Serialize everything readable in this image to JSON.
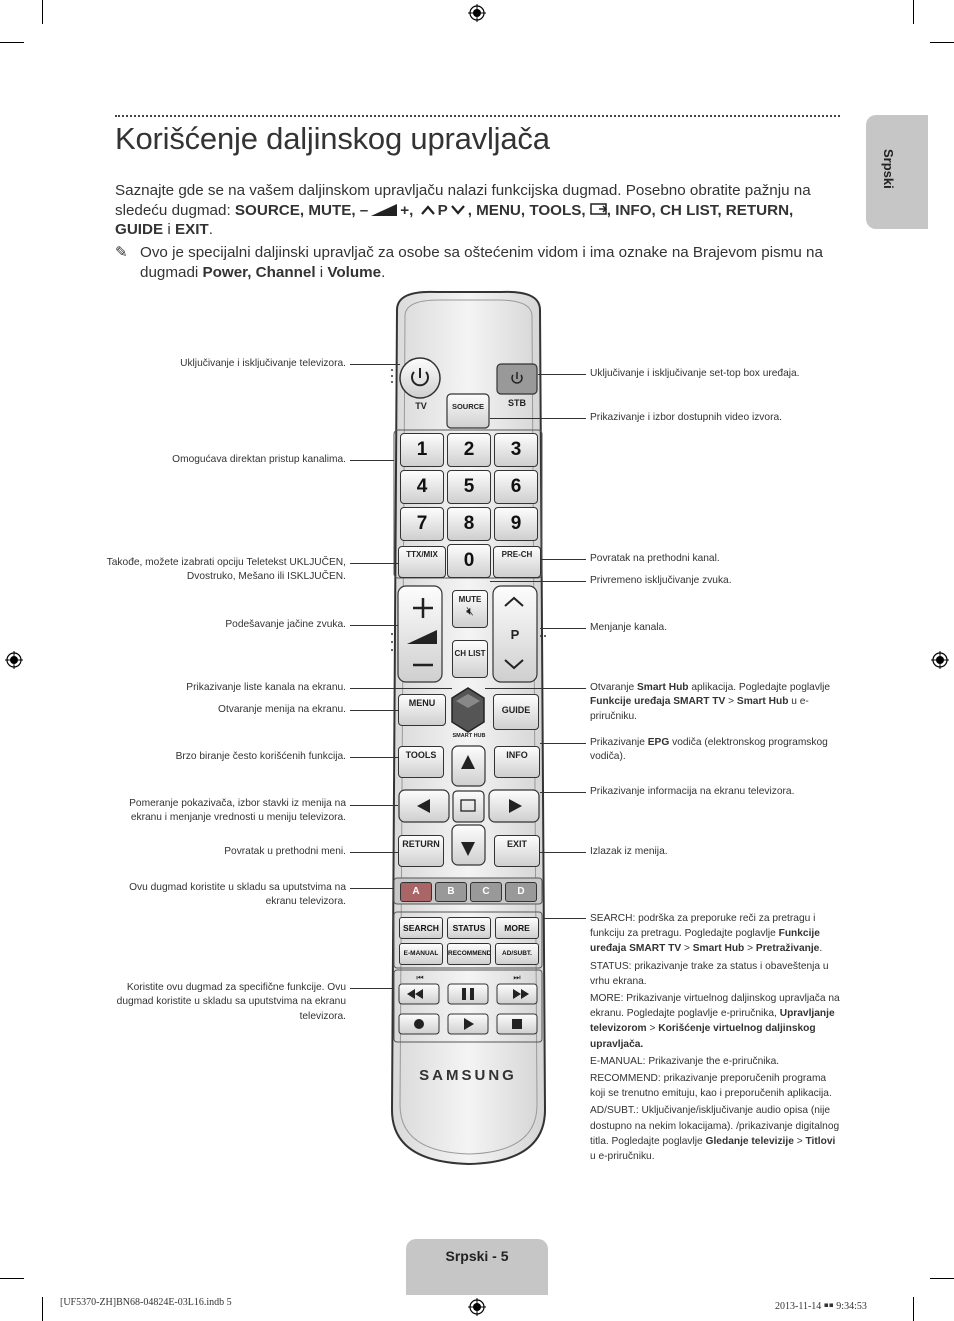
{
  "title": "Korišćenje daljinskog upravljača",
  "side_tab": "Srpski",
  "intro": {
    "text1": "Saznajte gde se na vašem daljinskom upravljaču nalazi funkcijska dugmad. Posebno obratite pažnju na sledeću dugmad: ",
    "buttons1": "SOURCE, MUTE, ",
    "buttons2": ", ",
    "buttons3": "P",
    "buttons4": ", MENU, TOOLS, ",
    "buttons5": ", INFO, CH LIST, RETURN, GUIDE",
    "and": " i ",
    "buttons6": "EXIT",
    "end": "."
  },
  "note": {
    "text": "Ovo je specijalni daljinski upravljač za osobe sa oštećenim vidom i ima oznake na Brajevom pismu na dugmadi ",
    "buttons": "Power, Channel",
    "and": " i ",
    "last": "Volume",
    "end": "."
  },
  "left_labels": [
    "Uključivanje i isključivanje televizora.",
    "Omogućava direktan pristup kanalima.",
    "Takođe, možete izabrati opciju Teletekst UKLJUČEN, Dvostruko, Mešano ili ISKLJUČEN.",
    "Podešavanje jačine zvuka.",
    "Prikazivanje liste kanala na ekranu.",
    "Otvaranje menija na ekranu.",
    "Brzo biranje često korišćenih funkcija.",
    "Pomeranje pokazivača, izbor stavki iz menija na ekranu i menjanje vrednosti u meniju televizora.",
    "Povratak u prethodni meni.",
    "Ovu dugmad koristite u skladu sa uputstvima na ekranu televizora.",
    "Koristite ovu dugmad za specifične funkcije. Ovu dugmad koristite u skladu sa uputstvima na ekranu televizora."
  ],
  "right_labels": {
    "stb": "Uključivanje i isključivanje set-top box uređaja.",
    "source": "Prikazivanje i izbor dostupnih video izvora.",
    "prech": "Povratak na prethodni kanal.",
    "mute": "Privremeno isključivanje zvuka.",
    "channel": "Menjanje kanala.",
    "smarthub": {
      "a": "Otvaranje ",
      "b": "Smart Hub",
      "c": " aplikacija. Pogledajte poglavlje ",
      "d": "Funkcije uređaja SMART TV",
      "e": " > ",
      "f": "Smart Hub",
      "g": " u e-priručniku."
    },
    "guide": {
      "a": "Prikazivanje ",
      "b": "EPG",
      "c": " vodiča (elektronskog programskog vodiča)."
    },
    "info": "Prikazivanje informacija na ekranu televizora.",
    "exit": "Izlazak iz menija.",
    "search": {
      "a": "SEARCH:",
      "b": " podrška za preporuke reči za pretragu i funkciju za pretragu. Pogledajte poglavlje ",
      "c": "Funkcije uređaja SMART TV",
      "d": " > ",
      "e": "Smart Hub",
      "f": " > ",
      "g": "Pretraživanje",
      "h": "."
    },
    "status": {
      "a": "STATUS:",
      "b": " prikazivanje trake za status i obaveštenja u vrhu ekrana."
    },
    "more": {
      "a": "MORE:",
      "b": " Prikazivanje virtuelnog daljinskog upravljača na ekranu. Pogledajte poglavlje e-priručnika, ",
      "c": "Upravljanje televizorom",
      "d": " > ",
      "e": "Korišćenje virtuelnog daljinskog upravljača."
    },
    "emanual": {
      "a": "E-MANUAL:",
      "b": " Prikazivanje the e-priručnika."
    },
    "recommend": {
      "a": "RECOMMEND:",
      "b": " prikazivanje preporučenih programa koji se trenutno emituju, kao i preporučenih aplikacija."
    },
    "adsubt": {
      "a": "AD/SUBT.:",
      "b": " Uključivanje/isključivanje audio opisa (nije dostupno na nekim lokacijama). /prikazivanje digitalnog titla. Pogledajte poglavlje ",
      "c": "Gledanje televizije",
      "d": " > ",
      "e": "Titlovi",
      "f": " u e-priručniku."
    }
  },
  "remote": {
    "tv": "TV",
    "stb": "STB",
    "source": "SOURCE",
    "digits": [
      "1",
      "2",
      "3",
      "4",
      "5",
      "6",
      "7",
      "8",
      "9",
      "0"
    ],
    "ttx": "TTX/MIX",
    "prech": "PRE-CH",
    "mute": "MUTE",
    "chlist": "CH LIST",
    "p": "P",
    "menu": "MENU",
    "guide": "GUIDE",
    "smarthub": "SMART HUB",
    "tools": "TOOLS",
    "info": "INFO",
    "return": "RETURN",
    "exit": "EXIT",
    "colors": [
      "A",
      "B",
      "C",
      "D"
    ],
    "row1": [
      "SEARCH",
      "STATUS",
      "MORE"
    ],
    "row2": [
      "E-MANUAL",
      "RECOMMEND",
      "AD/SUBT."
    ],
    "brand": "SAMSUNG"
  },
  "page_number": "Srpski - 5",
  "footer_left": "[UF5370-ZH]BN68-04824E-03L16.indb   5",
  "footer_right": "2013-11-14   ￭￭ 9:34:53"
}
